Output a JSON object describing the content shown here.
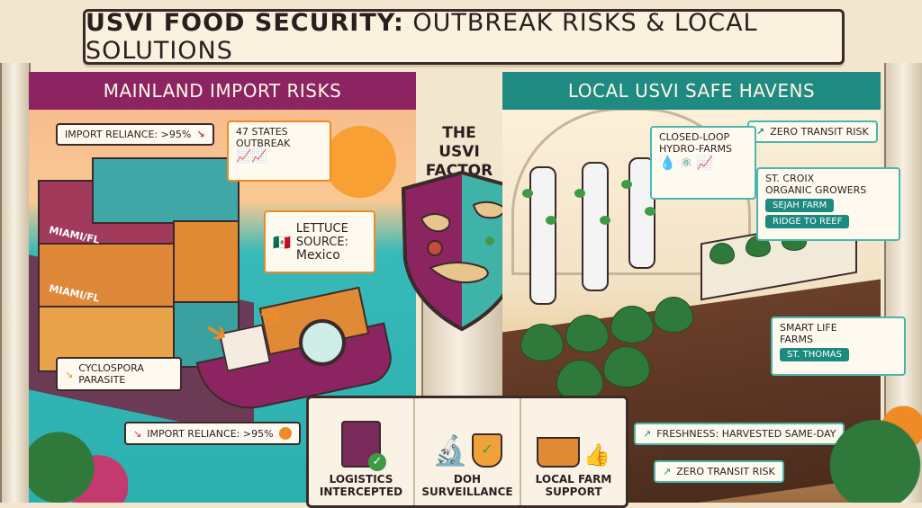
{
  "title": {
    "bold": "USVI FOOD SECURITY:",
    "rest": " OUTBREAK RISKS & LOCAL SOLUTIONS"
  },
  "left_header": "MAINLAND IMPORT RISKS",
  "right_header": "LOCAL USVI SAFE HAVENS",
  "center_title_line1": "THE USVI",
  "center_title_line2": "FACTOR",
  "left_tags": {
    "import_top": "IMPORT RELIANCE: >95%",
    "states_line1": "47 STATES",
    "states_line2": "OUTBREAK",
    "lettuce_line1": "LETTUCE",
    "lettuce_line2": "SOURCE:",
    "lettuce_line3": "Mexico",
    "cyclo_line1": "CYCLOSPORA",
    "cyclo_line2": "PARASITE",
    "import_bottom": "IMPORT RELIANCE: >95%"
  },
  "container_labels": [
    "MIAMI/FL",
    "MIAMI/FL"
  ],
  "right_tags": {
    "zero_transit_top": "ZERO TRANSIT RISK",
    "hydro_line1": "CLOSED-LOOP",
    "hydro_line2": "HYDRO-FARMS",
    "stcroix_line1": "ST. CROIX",
    "stcroix_line2": "ORGANIC GROWERS",
    "sejah": "SEJAH FARM",
    "ridge": "RIDGE TO REEF",
    "smart_line1": "SMART LIFE",
    "smart_line2": "FARMS",
    "st_thomas": "ST. THOMAS",
    "freshness": "FRESHNESS: HARVESTED SAME-DAY",
    "zero_transit_bottom": "ZERO TRANSIT RISK"
  },
  "bottom": [
    {
      "line1": "LOGISTICS",
      "line2": "INTERCEPTED",
      "icon": "checklist-icon"
    },
    {
      "line1": "DOH",
      "line2": "SURVEILLANCE",
      "icon": "microscope-shield-icon"
    },
    {
      "line1": "LOCAL FARM",
      "line2": "SUPPORT",
      "icon": "basket-thumbs-up-icon"
    }
  ],
  "colors": {
    "magenta": "#8d2462",
    "teal": "#1f8a81",
    "orange": "#f08a24",
    "cream": "#faf1de"
  }
}
